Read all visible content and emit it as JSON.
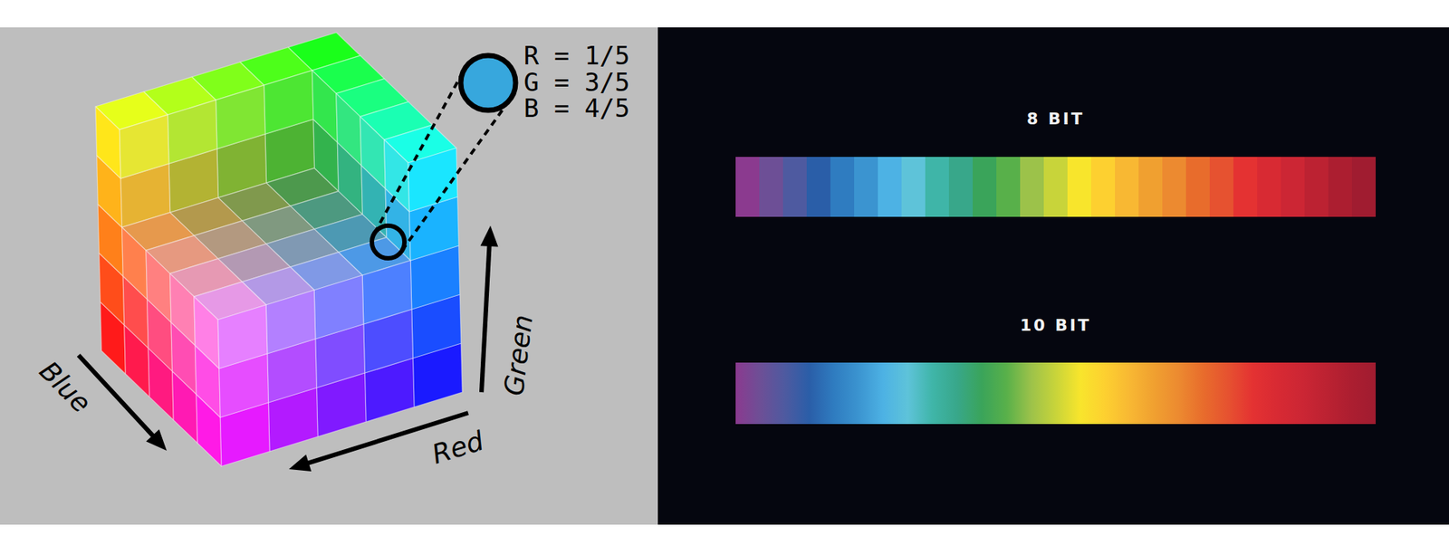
{
  "diagram": {
    "nodes": [
      {
        "text": [
          "8 BIT"
        ]
      },
      {
        "text": [
          "10 BIT"
        ]
      }
    ],
    "labels": [
      "R = 1/5",
      "G = 3/5",
      "B = 4/5",
      "Blue",
      "Red",
      "Green"
    ]
  }
}
